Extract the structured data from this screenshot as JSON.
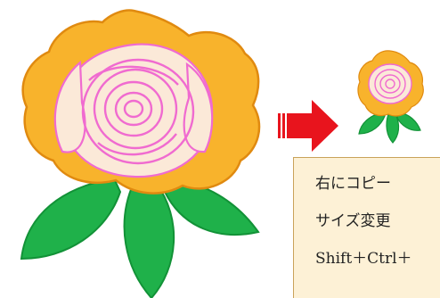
{
  "colors": {
    "petal_outer": "#f8b32c",
    "petal_edge": "#e08a10",
    "petal_inner": "#fbe9d8",
    "petal_line": "#f06bd0",
    "leaf": "#1fb14a",
    "leaf_edge": "#129237",
    "arrow": "#e8141d",
    "note_bg": "#fdf1d6"
  },
  "icons": {
    "large_rose": "rose-icon",
    "small_rose": "rose-icon",
    "arrow": "arrow-right-icon"
  },
  "note": {
    "lines": [
      "右にコピー",
      "サイズ変更",
      "Shift＋Ctrl＋"
    ]
  }
}
